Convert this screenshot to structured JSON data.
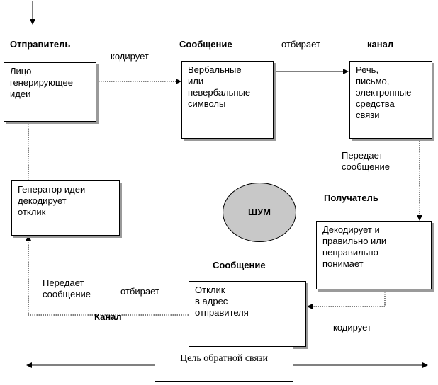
{
  "labels": {
    "sender": "Отправитель",
    "encodes_top": "кодирует",
    "message_top": "Сообщение",
    "selects_top": "отбирает",
    "channel_top": "канал",
    "transmits_right": "Передает\nсообщение",
    "receiver": "Получатель",
    "message_bottom": "Сообщение",
    "transmits_left": "Передает\nсообщение",
    "selects_bottom": "отбирает",
    "channel_bottom": "Канал",
    "encodes_bottom": "кодирует"
  },
  "boxes": {
    "sender_box": "Лицо\nгенерирующее\nидеи",
    "message_box": "Вербальные\nили\nневербальные\nсимволы",
    "channel_box": "Речь,\nписьмо,\nэлектронные\nсредства\nсвязи",
    "generator_box": "Генератор идеи\nдекодирует\nотклик",
    "receiver_box": "Декодирует и\nправильно или\nнеправильно\nпонимает",
    "response_box": "Отклик\nв адрес\nотправителя"
  },
  "noise": "ШУМ",
  "feedback_goal": "Цель обратной связи"
}
